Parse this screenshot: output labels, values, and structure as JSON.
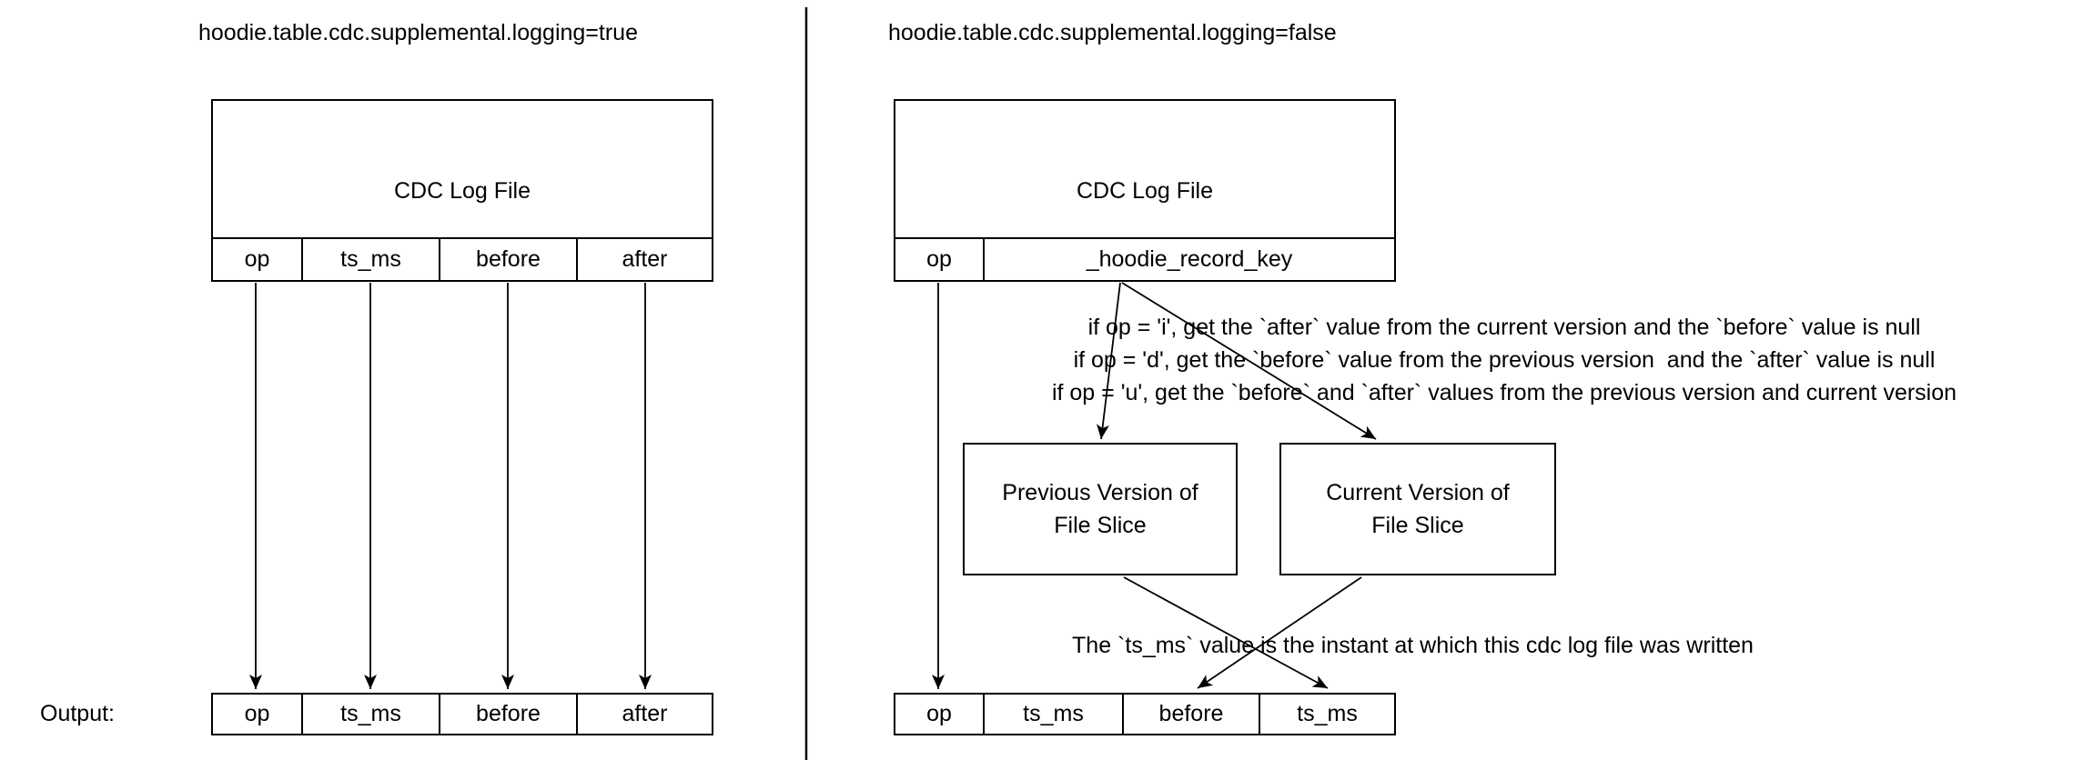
{
  "left_panel": {
    "title": "hoodie.table.cdc.supplemental.logging=true",
    "log_file": {
      "label": "CDC Log File",
      "columns": [
        "op",
        "ts_ms",
        "before",
        "after"
      ]
    },
    "output": {
      "label": "Output:",
      "columns": [
        "op",
        "ts_ms",
        "before",
        "after"
      ]
    }
  },
  "right_panel": {
    "title": "hoodie.table.cdc.supplemental.logging=false",
    "log_file": {
      "label": "CDC Log File",
      "columns": [
        "op",
        "_hoodie_record_key"
      ]
    },
    "rules": {
      "line1": "if op = 'i', get the `after` value from the current version and the `before` value is null",
      "line2": "if op = 'd', get the `before` value from the previous version  and the `after` value is null",
      "line3": "if op = 'u', get the `before` and `after` values from the previous version and current version"
    },
    "previous_version_box": {
      "line1": "Previous Version of",
      "line2": "File Slice"
    },
    "current_version_box": {
      "line1": "Current Version of",
      "line2": "File Slice"
    },
    "ts_note": "The `ts_ms` value is the instant at which this cdc log file was written",
    "output": {
      "columns": [
        "op",
        "ts_ms",
        "before",
        "ts_ms"
      ]
    }
  }
}
